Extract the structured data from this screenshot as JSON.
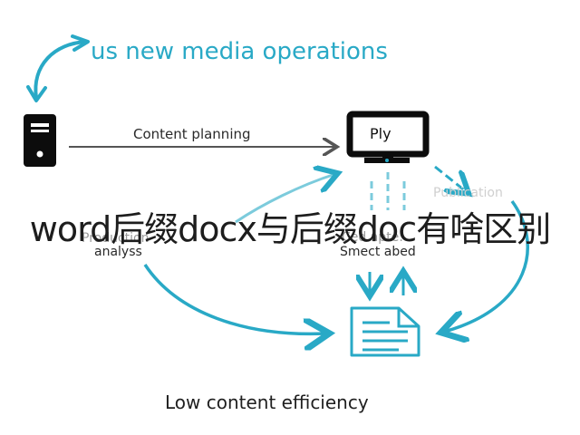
{
  "diagram": {
    "title": "us new media operations",
    "edge_content_planning": "Content planning",
    "monitor_label": "Ply",
    "faded_publication": "Publication",
    "faded_production": "Production",
    "analysis_label": "analyss",
    "faded_center": "Ced apte:",
    "select_label": "Smect abed",
    "bottom_label": "Low content efficiency"
  },
  "overlay": {
    "caption": "word后缀docx与后缀doc有啥区别"
  },
  "colors": {
    "accent": "#29a9c6",
    "dark": "#111111",
    "text": "#2a2a2a"
  },
  "icons": [
    "computer-tower-icon",
    "monitor-icon",
    "document-icon",
    "arrow-icon"
  ]
}
